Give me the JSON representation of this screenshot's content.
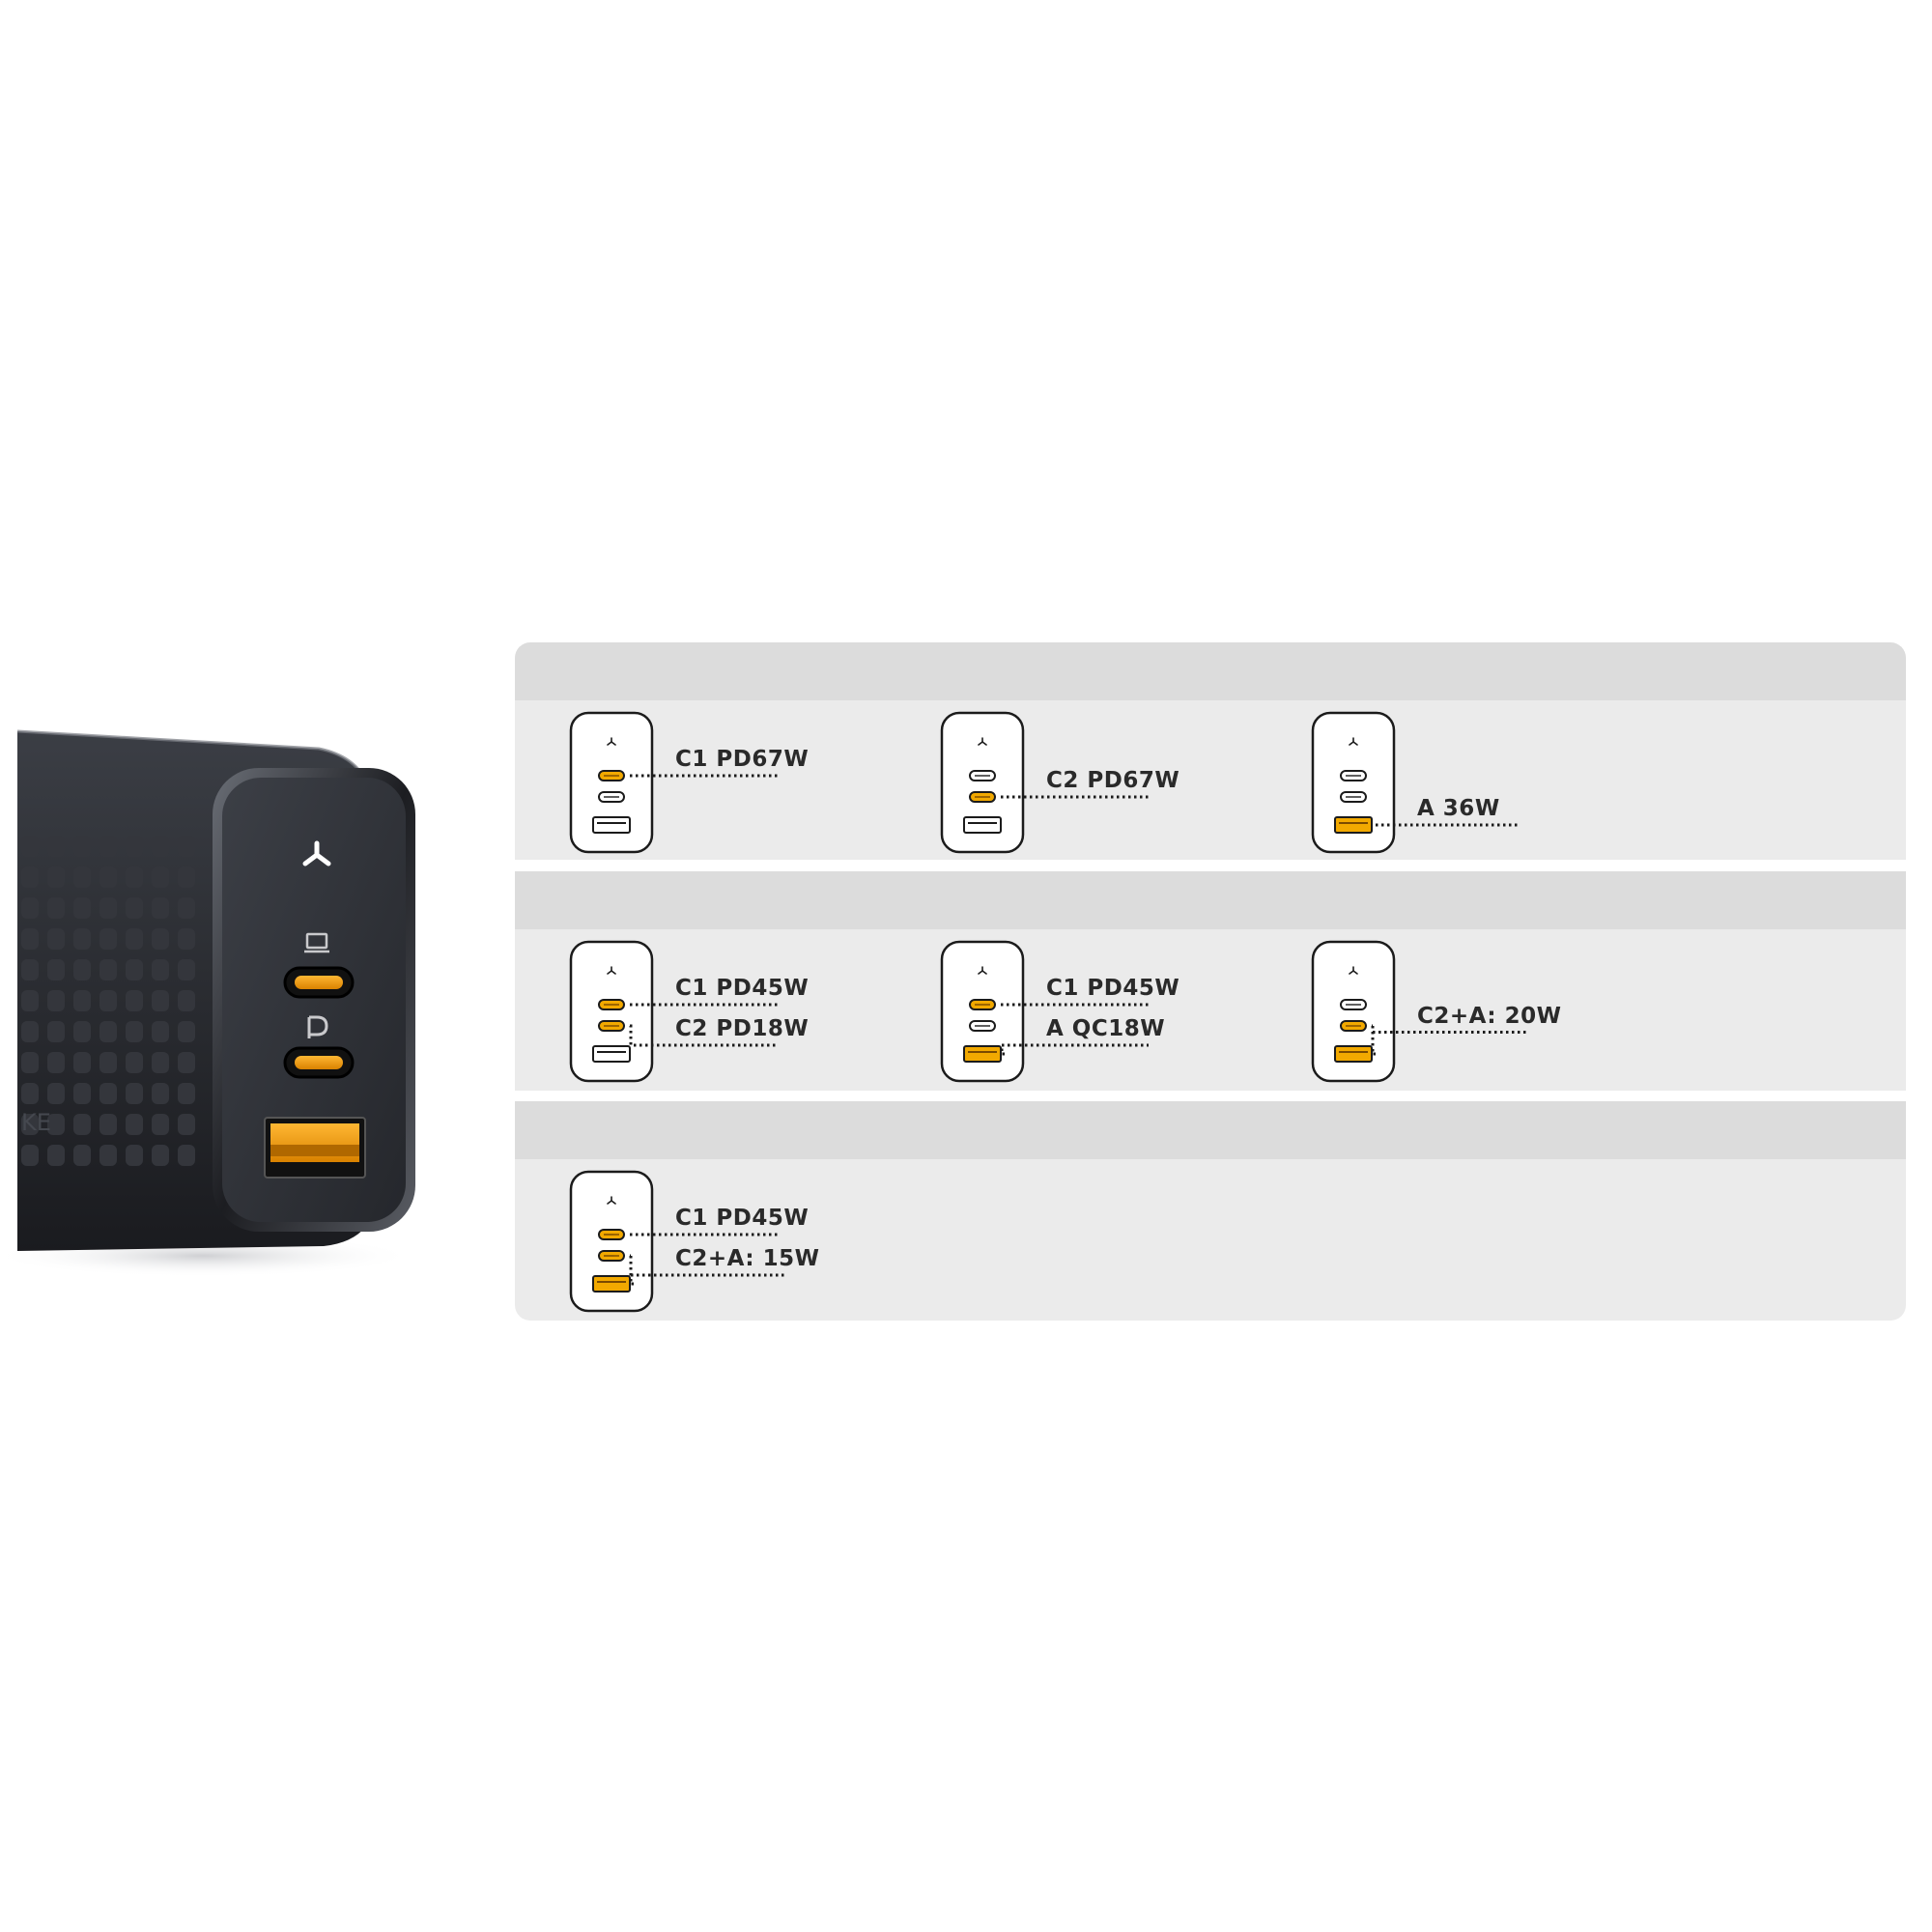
{
  "brand_color": "#f2a900",
  "charger": {
    "port_icons": [
      "laptop-icon",
      "pd-icon"
    ],
    "ports": [
      "usb-c-port-1",
      "usb-c-port-2",
      "usb-a-port"
    ]
  },
  "table": {
    "groups": [
      {
        "cells": [
          {
            "lines": [
              "C1 PD67W"
            ]
          },
          {
            "lines": [
              "C2 PD67W"
            ]
          },
          {
            "lines": [
              "A 36W"
            ]
          }
        ]
      },
      {
        "cells": [
          {
            "lines": [
              "C1 PD45W",
              "C2 PD18W"
            ]
          },
          {
            "lines": [
              "C1 PD45W",
              "A QC18W"
            ]
          },
          {
            "lines": [
              "C2+A: 20W"
            ]
          }
        ]
      },
      {
        "cells": [
          {
            "lines": [
              "C1 PD45W",
              "C2+A: 15W"
            ]
          }
        ]
      }
    ]
  }
}
